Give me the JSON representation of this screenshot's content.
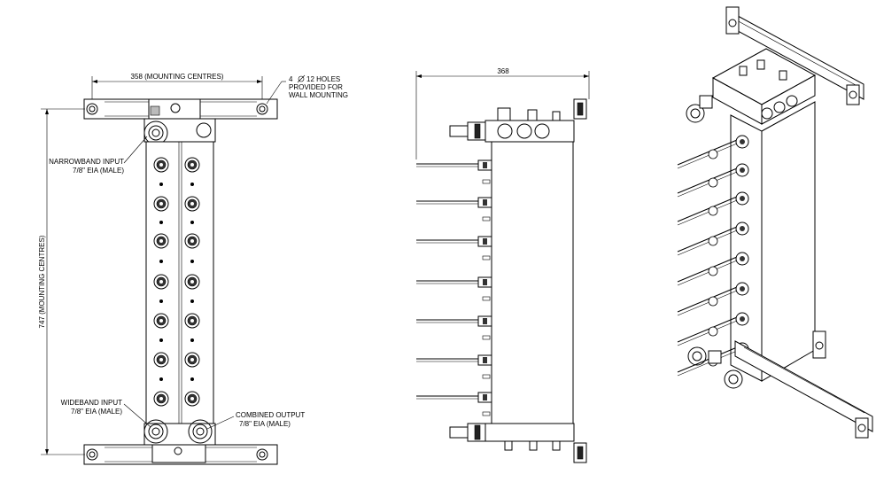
{
  "front_view": {
    "dim_mounting_centres": "358 (MOUNTING CENTRES)",
    "dim_vertical": "747 (MOUNTING CENTRES)",
    "holes_note": [
      "4",
      "12 HOLES",
      "PROVIDED FOR",
      "WALL MOUNTING"
    ],
    "narrowband_input": [
      "NARROWBAND INPUT",
      "7/8\" EIA (MALE)"
    ],
    "wideband_input": [
      "WIDEBAND INPUT",
      "7/8\" EIA (MALE)"
    ],
    "combined_output": [
      "COMBINED OUTPUT",
      "7/8\" EIA (MALE)"
    ]
  },
  "side_view": {
    "dim_width": "368"
  },
  "colors": {
    "line": "#000000",
    "background": "#ffffff",
    "fill_dark": "#222222"
  }
}
